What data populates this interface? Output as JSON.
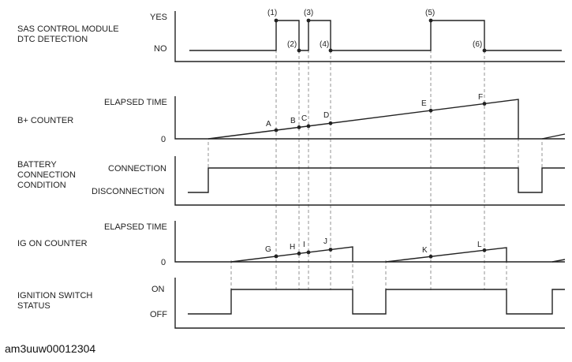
{
  "rows": {
    "sas": {
      "title_lines": [
        "SAS CONTROL MODULE",
        "DTC DETECTION"
      ],
      "levels": [
        "YES",
        "NO"
      ],
      "markers": [
        "(1)",
        "(2)",
        "(3)",
        "(4)",
        "(5)",
        "(6)"
      ]
    },
    "bplus": {
      "title_lines": [
        "B+ COUNTER"
      ],
      "levels": [
        "ELAPSED TIME",
        "0"
      ],
      "points": [
        "A",
        "B",
        "C",
        "D",
        "E",
        "F"
      ]
    },
    "battery": {
      "title_lines": [
        "BATTERY",
        "CONNECTION",
        "CONDITION"
      ],
      "levels": [
        "CONNECTION",
        "DISCONNECTION"
      ]
    },
    "ig_counter": {
      "title_lines": [
        "IG ON COUNTER"
      ],
      "levels": [
        "ELAPSED TIME",
        "0"
      ],
      "points": [
        "G",
        "H",
        "I",
        "J",
        "K",
        "L"
      ]
    },
    "ignition": {
      "title_lines": [
        "IGNITION SWITCH",
        "STATUS"
      ],
      "levels": [
        "ON",
        "OFF"
      ]
    }
  },
  "caption": "am3uuw00012304"
}
